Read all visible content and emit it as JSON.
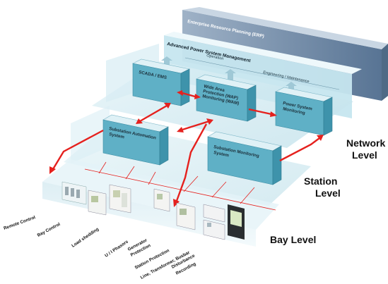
{
  "erp": {
    "label": "Enterprise Resource Planning (ERP)"
  },
  "apsm": {
    "title": "Advanced Power System Management",
    "operation": "Operation",
    "engineering": "Engineering / Maintenance"
  },
  "blocks": {
    "scada": "SCADA / EMS",
    "wap1": "Wide Area",
    "wap2": "Protection (WAP)",
    "wap3": "Monitoring (WAM)",
    "psm1": "Power System",
    "psm2": "Monitoring",
    "sas1": "Substation Automation",
    "sas2": "System",
    "sms1": "Substation Monitoring",
    "sms2": "System"
  },
  "levels": {
    "network1": "Network",
    "network2": "Level",
    "station1": "Station",
    "station2": "Level",
    "bay": "Bay Level"
  },
  "bay_functions": {
    "remote": "Remote Control",
    "bay_control": "Bay Control",
    "load_shedding": "Load shedding",
    "phasors": "U / I Phasors",
    "gen1": "Generator",
    "gen2": "Protection",
    "stp1": "Station Protection",
    "stp2": "Line, Transformer, Busbar",
    "dist1": "Disturbance",
    "dist2": "Recording"
  }
}
